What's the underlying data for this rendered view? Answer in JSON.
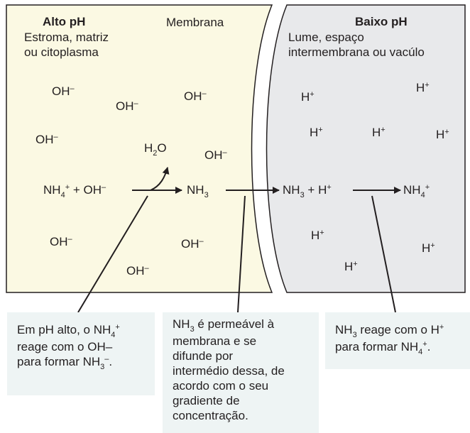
{
  "colors": {
    "left_region": "#fbf9e3",
    "right_region": "#e8e9eb",
    "callout_bg": "#eef4f4",
    "stroke": "#231f20"
  },
  "left_region": {
    "title": "Alto pH",
    "subtitle_line1": "Estroma, matriz",
    "subtitle_line2": "ou citoplasma"
  },
  "membrane_label": "Membrana",
  "right_region": {
    "title": "Baixo pH",
    "subtitle_line1": "Lume, espaço",
    "subtitle_line2": "intermembrana ou vacúlo"
  },
  "ions": {
    "oh_base": "OH",
    "oh_charge": "–",
    "h_base": "H",
    "h_charge": "+",
    "nh": "NH",
    "sub3": "3",
    "sub4": "4",
    "sub2": "2",
    "plus": "+",
    "h2o_h": "H",
    "h2o_o": "O"
  },
  "callouts": {
    "left": {
      "line1_pre": "Em pH alto, o NH",
      "line1_sub": "4",
      "line1_sup": "+",
      "line2": "reage com o OH–",
      "line3_pre": "para formar NH",
      "line3_sub": "3",
      "line3_sup": "–",
      "line3_post": "."
    },
    "middle": {
      "line1_pre": "NH",
      "line1_sub": "3",
      "line1_post": " é permeável à",
      "line2": "membrana e se",
      "line3": "difunde por",
      "line4": "intermédio dessa, de",
      "line5": "acordo com o seu",
      "line6": "gradiente de",
      "line7": "concentração."
    },
    "right": {
      "line1_pre": "NH",
      "line1_sub": "3",
      "line1_post": " reage com o H",
      "line1_sup": "+",
      "line2_pre": "para formar NH",
      "line2_sub": "4",
      "line2_sup": "+",
      "line2_post": "."
    }
  }
}
